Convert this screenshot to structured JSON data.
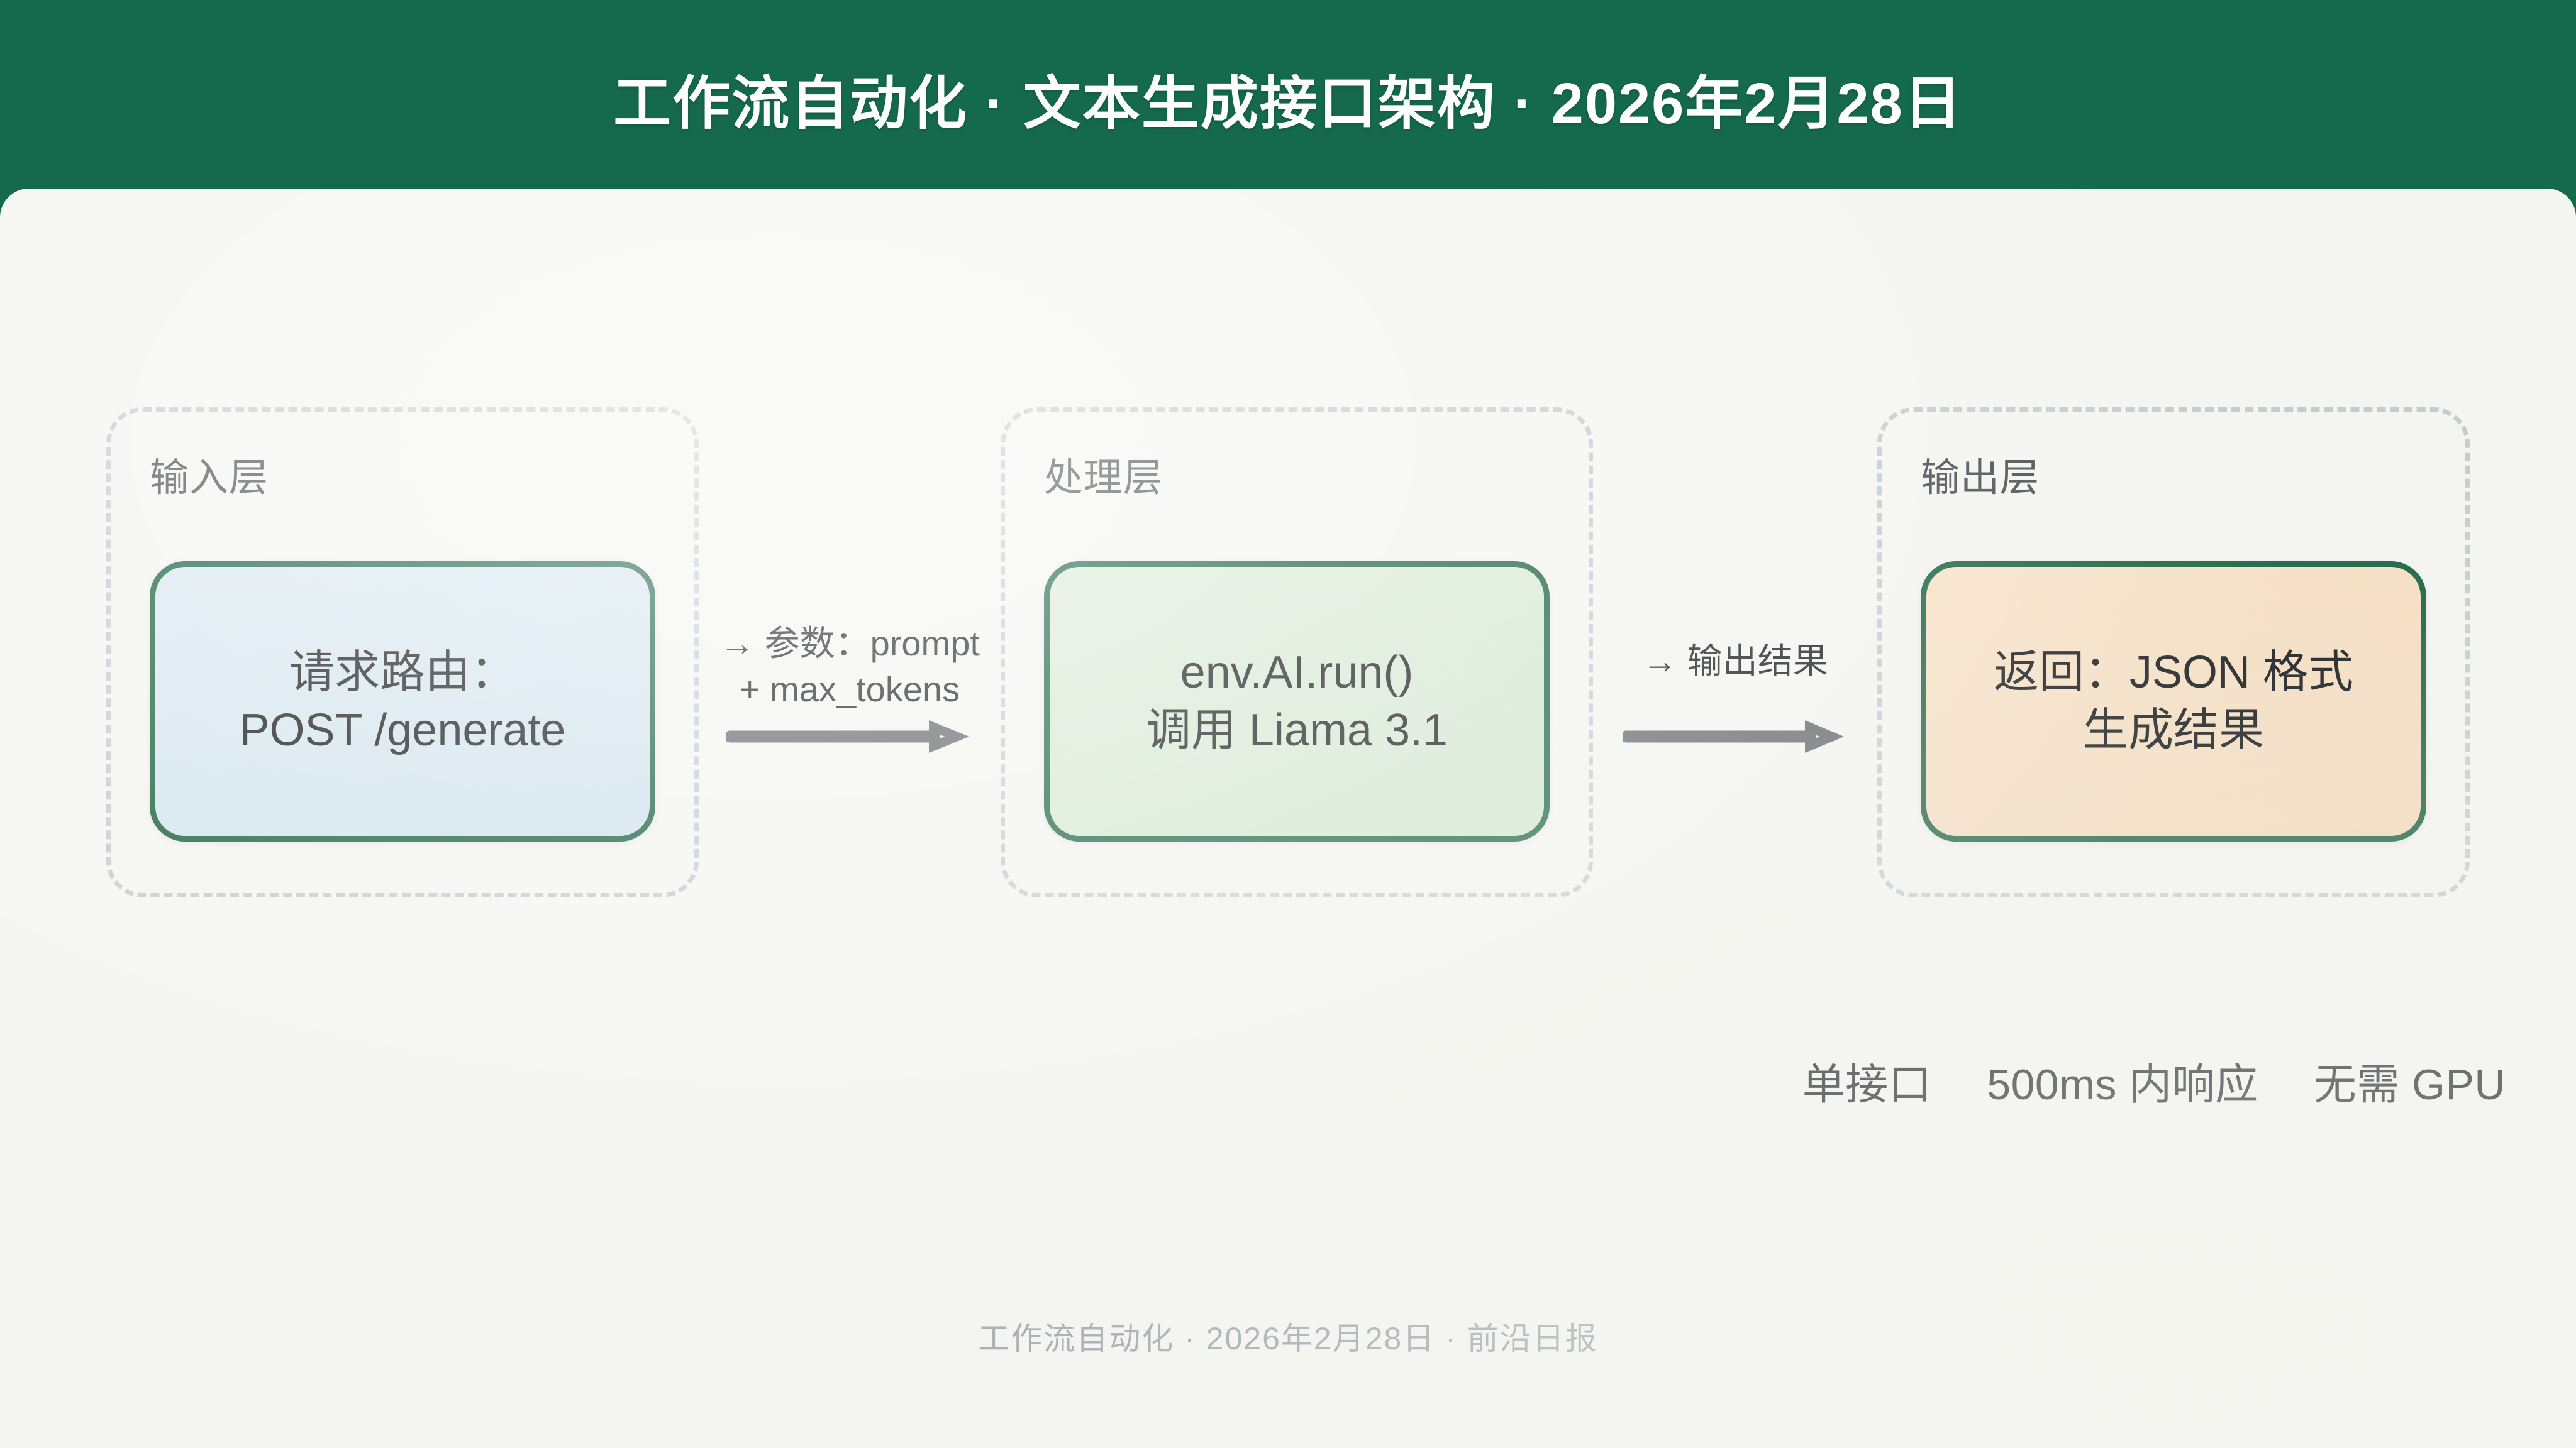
{
  "header": {
    "title": "工作流自动化  ·  文本生成接口架构  ·  2026年2月28日"
  },
  "flow": {
    "groups": [
      {
        "label": "输入层",
        "node": {
          "line1": "请求路由：",
          "line2": "POST /generate",
          "fill": "#D4E5EF",
          "border": "#18603F"
        }
      },
      {
        "label": "处理层",
        "node": {
          "line1": "env.AI.run()",
          "line2": "调用 Liama 3.1",
          "fill": "#D6E8D4",
          "border": "#18603F"
        }
      },
      {
        "label": "输出层",
        "node": {
          "line1": "返回：JSON 格式",
          "line2": "生成结果",
          "fill": "#F5DEC3",
          "border": "#18603F"
        }
      }
    ],
    "connectors": [
      {
        "label_line1": "→ 参数：prompt",
        "label_line2": "+ max_tokens",
        "arrow_color": "#5E6468"
      },
      {
        "label_line1": "→ 输出结果",
        "label_line2": "",
        "arrow_color": "#5E6468"
      }
    ]
  },
  "stats": [
    {
      "text": "单接口"
    },
    {
      "text": "500ms 内响应"
    },
    {
      "text": "无需 GPU"
    }
  ],
  "footer": {
    "text": "工作流自动化 · 2026年2月28日 · 前沿日报"
  },
  "colors": {
    "header_green": "#15694C",
    "card_bg": "#F4F4F0",
    "node_border_green": "#18603F",
    "dashed_border": "#C6CBCE",
    "arrow_gray": "#5E6468",
    "footer_gray": "#9AA3A8"
  }
}
